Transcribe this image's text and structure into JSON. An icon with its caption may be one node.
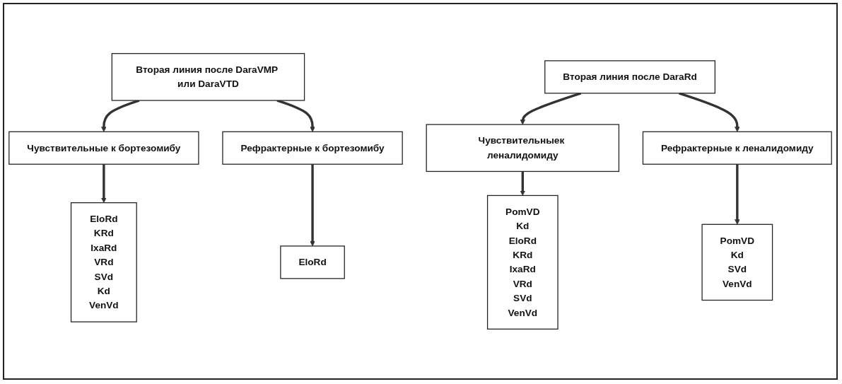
{
  "diagram": {
    "nodes": [
      {
        "text": [
          "Вторая линия после DaraVMP или DaraVTD"
        ]
      },
      {
        "text": [
          "Чувствительные к бортезомибу"
        ]
      },
      {
        "text": [
          "Рефрактерные к бортезомибу"
        ]
      },
      {
        "text": [
          "EloRd",
          "KRd",
          "IxaRd",
          "VRd",
          "SVd",
          "Kd",
          "VenVd"
        ]
      },
      {
        "text": [
          "EloRd"
        ]
      },
      {
        "text": [
          "Вторая линия после DaraRd"
        ]
      },
      {
        "text": [
          "Чувствительныек леналидомиду"
        ]
      },
      {
        "text": [
          "Рефрактерные к леналидомиду"
        ]
      },
      {
        "text": [
          "PomVD",
          "Kd",
          "EloRd",
          "KRd",
          "IxaRd",
          "VRd",
          "SVd",
          "VenVd"
        ]
      },
      {
        "text": [
          "PomVD",
          "Kd",
          "SVd",
          "VenVd"
        ]
      }
    ],
    "edges": [
      {
        "from": 0,
        "to": 1,
        "arrow": "to"
      },
      {
        "from": 0,
        "to": 2,
        "arrow": "to"
      },
      {
        "from": 1,
        "to": 3,
        "arrow": "to"
      },
      {
        "from": 2,
        "to": 4,
        "arrow": "to"
      },
      {
        "from": 5,
        "to": 6,
        "arrow": "to"
      },
      {
        "from": 5,
        "to": 7,
        "arrow": "to"
      },
      {
        "from": 6,
        "to": 8,
        "arrow": "to"
      },
      {
        "from": 7,
        "to": 9,
        "arrow": "to"
      }
    ]
  }
}
